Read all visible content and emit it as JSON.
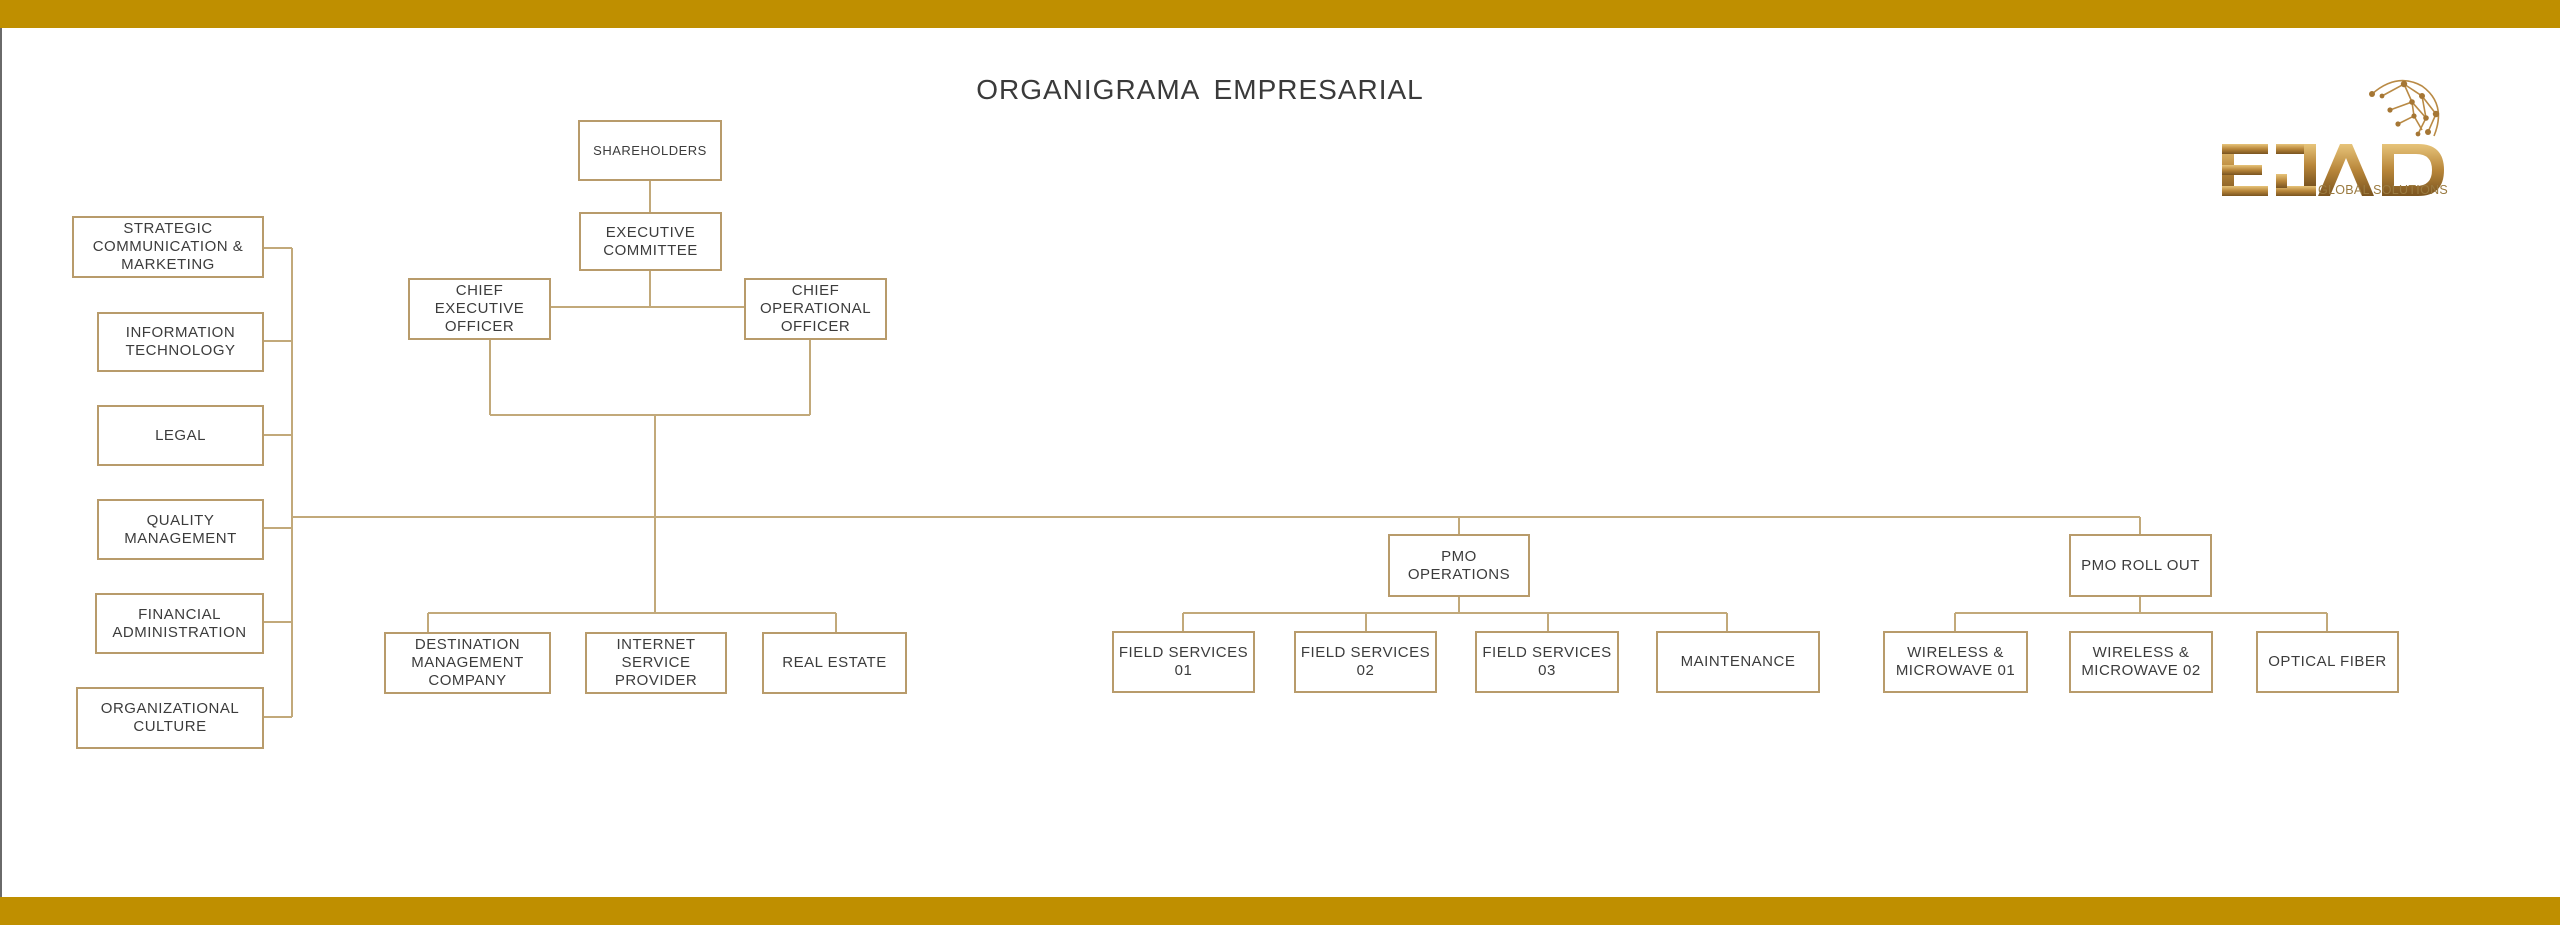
{
  "title": "ORGANIGRAMA  EMPRESARIAL",
  "colors": {
    "band": "#bf8f00",
    "box_border": "#b89b6b",
    "line": "#c2a97a",
    "text": "#3c3c3c"
  },
  "logo": {
    "icon": "ejad-globe-logo",
    "wordmark": "EJAD",
    "subtitle": "GLOBAL SOLUTIONS"
  },
  "nodes": {
    "shareholders": "SHAREHOLDERS",
    "executive_committee": "EXECUTIVE\nCOMMITTEE",
    "ceo": "CHIEF\nEXECUTIVE\nOFFICER",
    "coo": "CHIEF\nOPERATIONAL\nOFFICER",
    "strategic": "STRATEGIC\nCOMMUNICATION &\nMARKETING",
    "it": "INFORMATION\nTECHNOLOGY",
    "legal": "LEGAL",
    "quality": "QUALITY\nMANAGEMENT",
    "financial": "FINANCIAL\nADMINISTRATION",
    "culture": "ORGANIZATIONAL\nCULTURE",
    "dmc": "DESTINATION\nMANAGEMENT\nCOMPANY",
    "isp": "INTERNET\nSERVICE\nPROVIDER",
    "real_estate": "REAL ESTATE",
    "pmo_operations": "PMO\nOPERATIONS",
    "fs01": "FIELD SERVICES\n01",
    "fs02": "FIELD SERVICES\n02",
    "fs03": "FIELD SERVICES\n03",
    "maintenance": "MAINTENANCE",
    "pmo_rollout": "PMO ROLL OUT",
    "wm01": "WIRELESS &\nMICROWAVE 01",
    "wm02": "WIRELESS &\nMICROWAVE 02",
    "optical": "OPTICAL FIBER"
  }
}
